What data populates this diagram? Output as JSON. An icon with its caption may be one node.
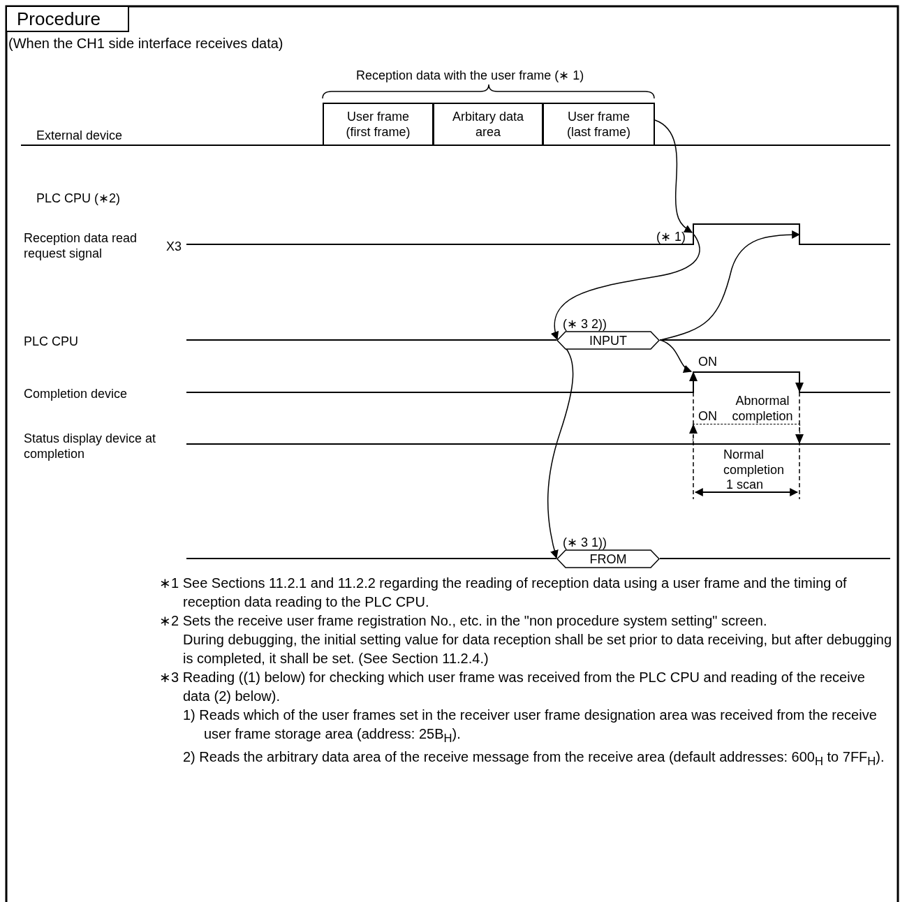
{
  "diagram": {
    "title": "Procedure",
    "nodes": [
      {
        "text": [
          "User frame (first frame)"
        ]
      },
      {
        "text": [
          "Arbitary data area"
        ]
      },
      {
        "text": [
          "User frame (last frame)"
        ]
      },
      {
        "text": [],
        "shape": "bar",
        "beside": [
          "(∗ 1)"
        ]
      },
      {
        "text": [
          "INPUT"
        ],
        "beside": [
          "(∗ 3 2))"
        ]
      },
      {
        "text": [],
        "shape": "bar",
        "beside": [
          "ON"
        ]
      },
      {
        "text": [
          "FROM"
        ],
        "beside": [
          "(∗ 3 1))"
        ]
      },
      {
        "text": [],
        "shape": "bar",
        "beside": [
          "Abnormal completion",
          "ON"
        ]
      }
    ],
    "edges": [
      {
        "from": 2,
        "to": 3,
        "arrow": "to"
      },
      {
        "from": 3,
        "to": 4,
        "arrow": "to"
      },
      {
        "from": 4,
        "to": 3,
        "arrow": "to"
      },
      {
        "from": 4,
        "to": 5,
        "arrow": "to"
      },
      {
        "from": 4,
        "to": 6,
        "arrow": "to"
      }
    ],
    "labels": [
      "(When the CH1 side interface receives data)",
      "Reception data with the user frame (∗ 1)",
      "External device",
      "PLC CPU (∗2)",
      "Reception data read request signal",
      "X3",
      "PLC CPU",
      "Completion device",
      "Status display device at completion",
      "Normal completion",
      "1 scan",
      "∗1 See Sections 11.2.1 and 11.2.2 regarding the reading of reception data using a user frame and the timing of reception data reading to the PLC CPU.",
      "∗2 Sets the receive user frame registration No., etc. in the \"non procedure system setting\" screen.",
      "During debugging, the initial setting value for data reception shall be set prior to data receiving, but after debugging is completed, it shall be set. (See Section 11.2.4.)",
      "∗3 Reading ((1) below) for checking which user frame was received from the PLC CPU and reading of the receive data (2) below).",
      "1) Reads which of the user frames set in the receiver user frame designation area was received from the receive user frame storage area (address: 25B$_{H}$).",
      "2) Reads the arbitrary data area of the receive message from the receive area (default addresses: 600$_{H}$ to 7FF$_{H}$)."
    ]
  }
}
